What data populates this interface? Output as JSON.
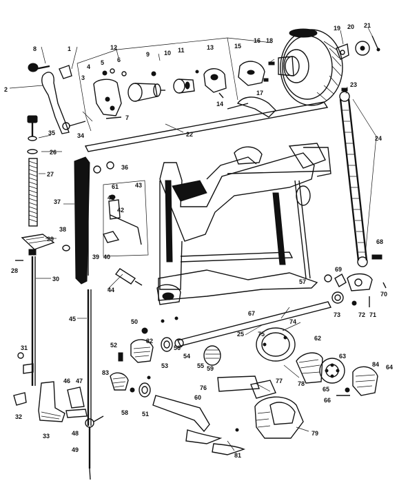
{
  "callouts": [
    "1",
    "2",
    "3",
    "4",
    "5",
    "6",
    "7",
    "8",
    "9",
    "10",
    "11",
    "12",
    "13",
    "14",
    "15",
    "16",
    "17",
    "18",
    "19",
    "20",
    "21",
    "22",
    "23",
    "24",
    "25",
    "26",
    "27",
    "28",
    "29",
    "30",
    "31",
    "32",
    "33",
    "34",
    "35",
    "36",
    "37",
    "38",
    "39",
    "40",
    "41",
    "42",
    "43",
    "44",
    "45",
    "46",
    "47",
    "48",
    "49",
    "50",
    "51",
    "52",
    "53",
    "54",
    "55",
    "56",
    "57",
    "58",
    "59",
    "60",
    "61",
    "62",
    "63",
    "64",
    "65",
    "66",
    "67",
    "68",
    "69",
    "70",
    "71",
    "72",
    "73",
    "74",
    "75",
    "76",
    "77",
    "78",
    "79",
    "81",
    "82",
    "83",
    "84"
  ],
  "colors": {
    "ink": "#111111",
    "paper": "#ffffff"
  }
}
